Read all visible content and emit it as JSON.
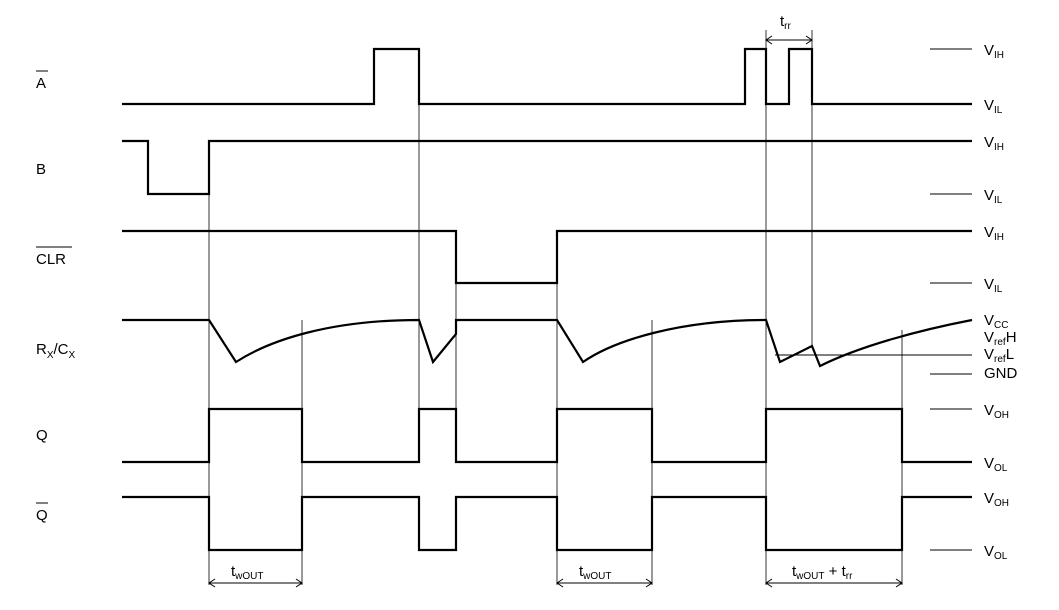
{
  "signals": {
    "a_bar": {
      "label": "A"
    },
    "b": {
      "label": "B"
    },
    "clr_bar": {
      "label": "CLR"
    },
    "rxcx": {
      "label_main_r": "R",
      "label_sub_x1": "X",
      "label_slash": "/C",
      "label_sub_x2": "X"
    },
    "q": {
      "label": "Q"
    },
    "q_bar": {
      "label": "Q"
    }
  },
  "levels": {
    "vih": {
      "main": "V",
      "sub": "IH"
    },
    "vil": {
      "main": "V",
      "sub": "IL"
    },
    "vcc": {
      "main": "V",
      "sub": "CC"
    },
    "vrefh": {
      "main": "V",
      "sub": "ref",
      "suffix": "H"
    },
    "vrefl": {
      "main": "V",
      "sub": "ref",
      "suffix": "L"
    },
    "gnd": {
      "text": "GND"
    },
    "voh": {
      "main": "V",
      "sub": "OH"
    },
    "vol": {
      "main": "V",
      "sub": "OL"
    }
  },
  "annotations": {
    "trr": {
      "main": "t",
      "sub": "rr"
    },
    "twout": {
      "main": "t",
      "sub": "wOUT"
    },
    "twout_trr": {
      "main": "t",
      "sub": "wOUT",
      "plus": " + t",
      "sub2": "rr"
    }
  }
}
